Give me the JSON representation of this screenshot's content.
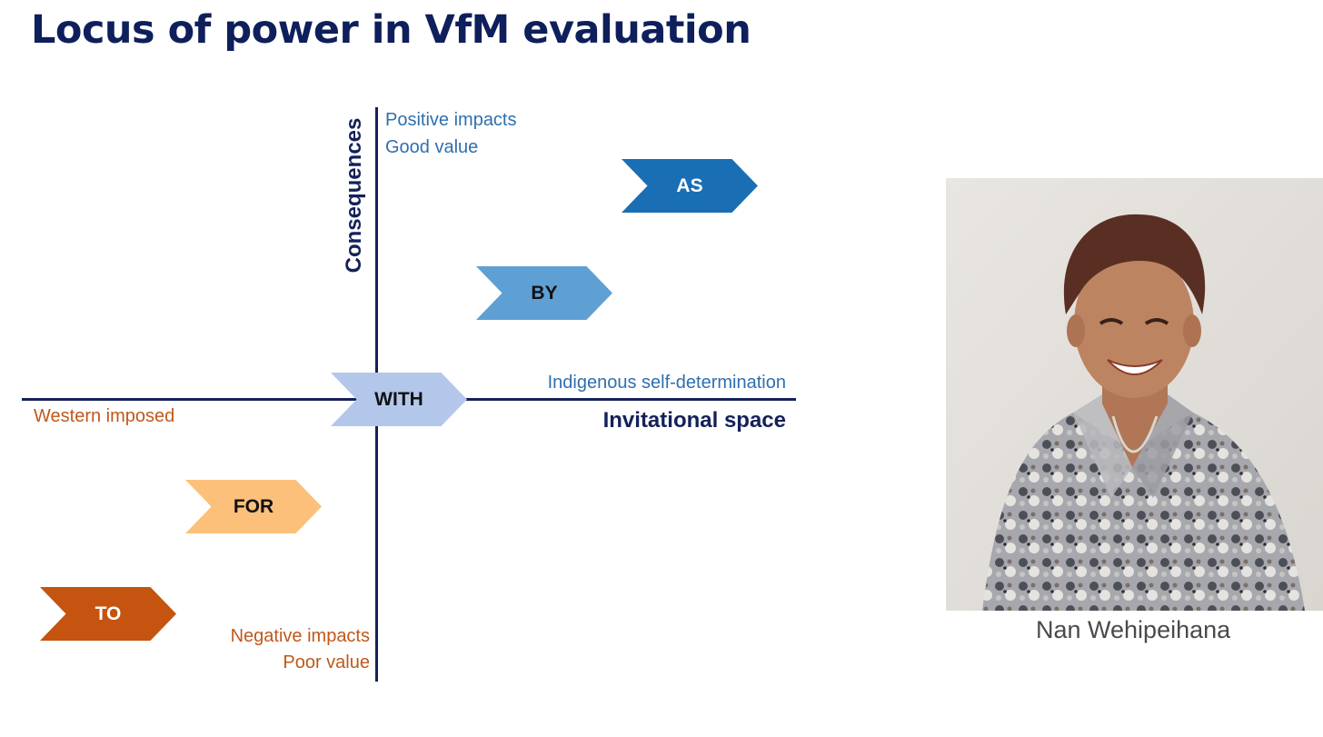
{
  "title": "Locus of power in VfM evaluation",
  "axes": {
    "vertical_title": "Consequences",
    "horizontal_title": "Invitational space",
    "top_labels": [
      "Positive impacts",
      "Good value"
    ],
    "bottom_labels": [
      "Negative impacts",
      "Poor value"
    ],
    "right_label": "Indigenous self-determination",
    "left_label": "Western imposed"
  },
  "chevrons": [
    {
      "label": "AS",
      "color": "#1a6fb4"
    },
    {
      "label": "BY",
      "color": "#5fa0d4"
    },
    {
      "label": "WITH",
      "color": "#b3c7ea"
    },
    {
      "label": "FOR",
      "color": "#fcc07a"
    },
    {
      "label": "TO",
      "color": "#c4540f"
    }
  ],
  "colors": {
    "navy": "#14215a",
    "positive_blue": "#2f6fae",
    "negative_orange": "#c0581a"
  },
  "photo": {
    "caption": "Nan Wehipeihana"
  }
}
